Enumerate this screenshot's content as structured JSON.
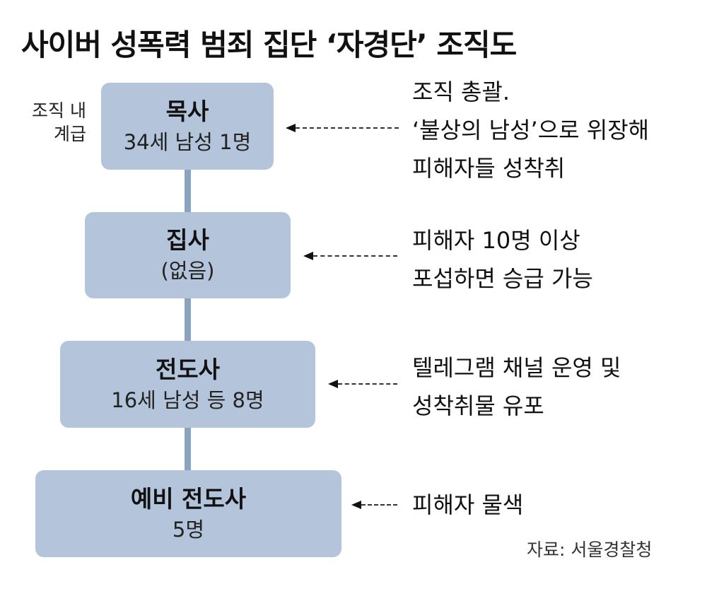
{
  "title": "사이버 성폭력 범죄 집단 ‘자경단’ 조직도",
  "side_label": [
    "조직 내",
    "계급"
  ],
  "levels": [
    {
      "rank": "목사",
      "detail": "34세 남성 1명",
      "description": [
        "조직 총괄.",
        "‘불상의 남성’으로 위장해",
        "피해자들 성착취"
      ]
    },
    {
      "rank": "집사",
      "detail": "(없음)",
      "description": [
        "피해자 10명 이상",
        "포섭하면 승급 가능"
      ]
    },
    {
      "rank": "전도사",
      "detail": "16세 남성 등 8명",
      "description": [
        "텔레그램 채널 운영 및",
        "성착취물 유포"
      ]
    },
    {
      "rank": "예비 전도사",
      "detail": "5명",
      "description": [
        "피해자 물색"
      ]
    }
  ],
  "source": "자료: 서울경찰청",
  "colors": {
    "box": "#b4c5db",
    "connector": "#8aa3bf"
  }
}
